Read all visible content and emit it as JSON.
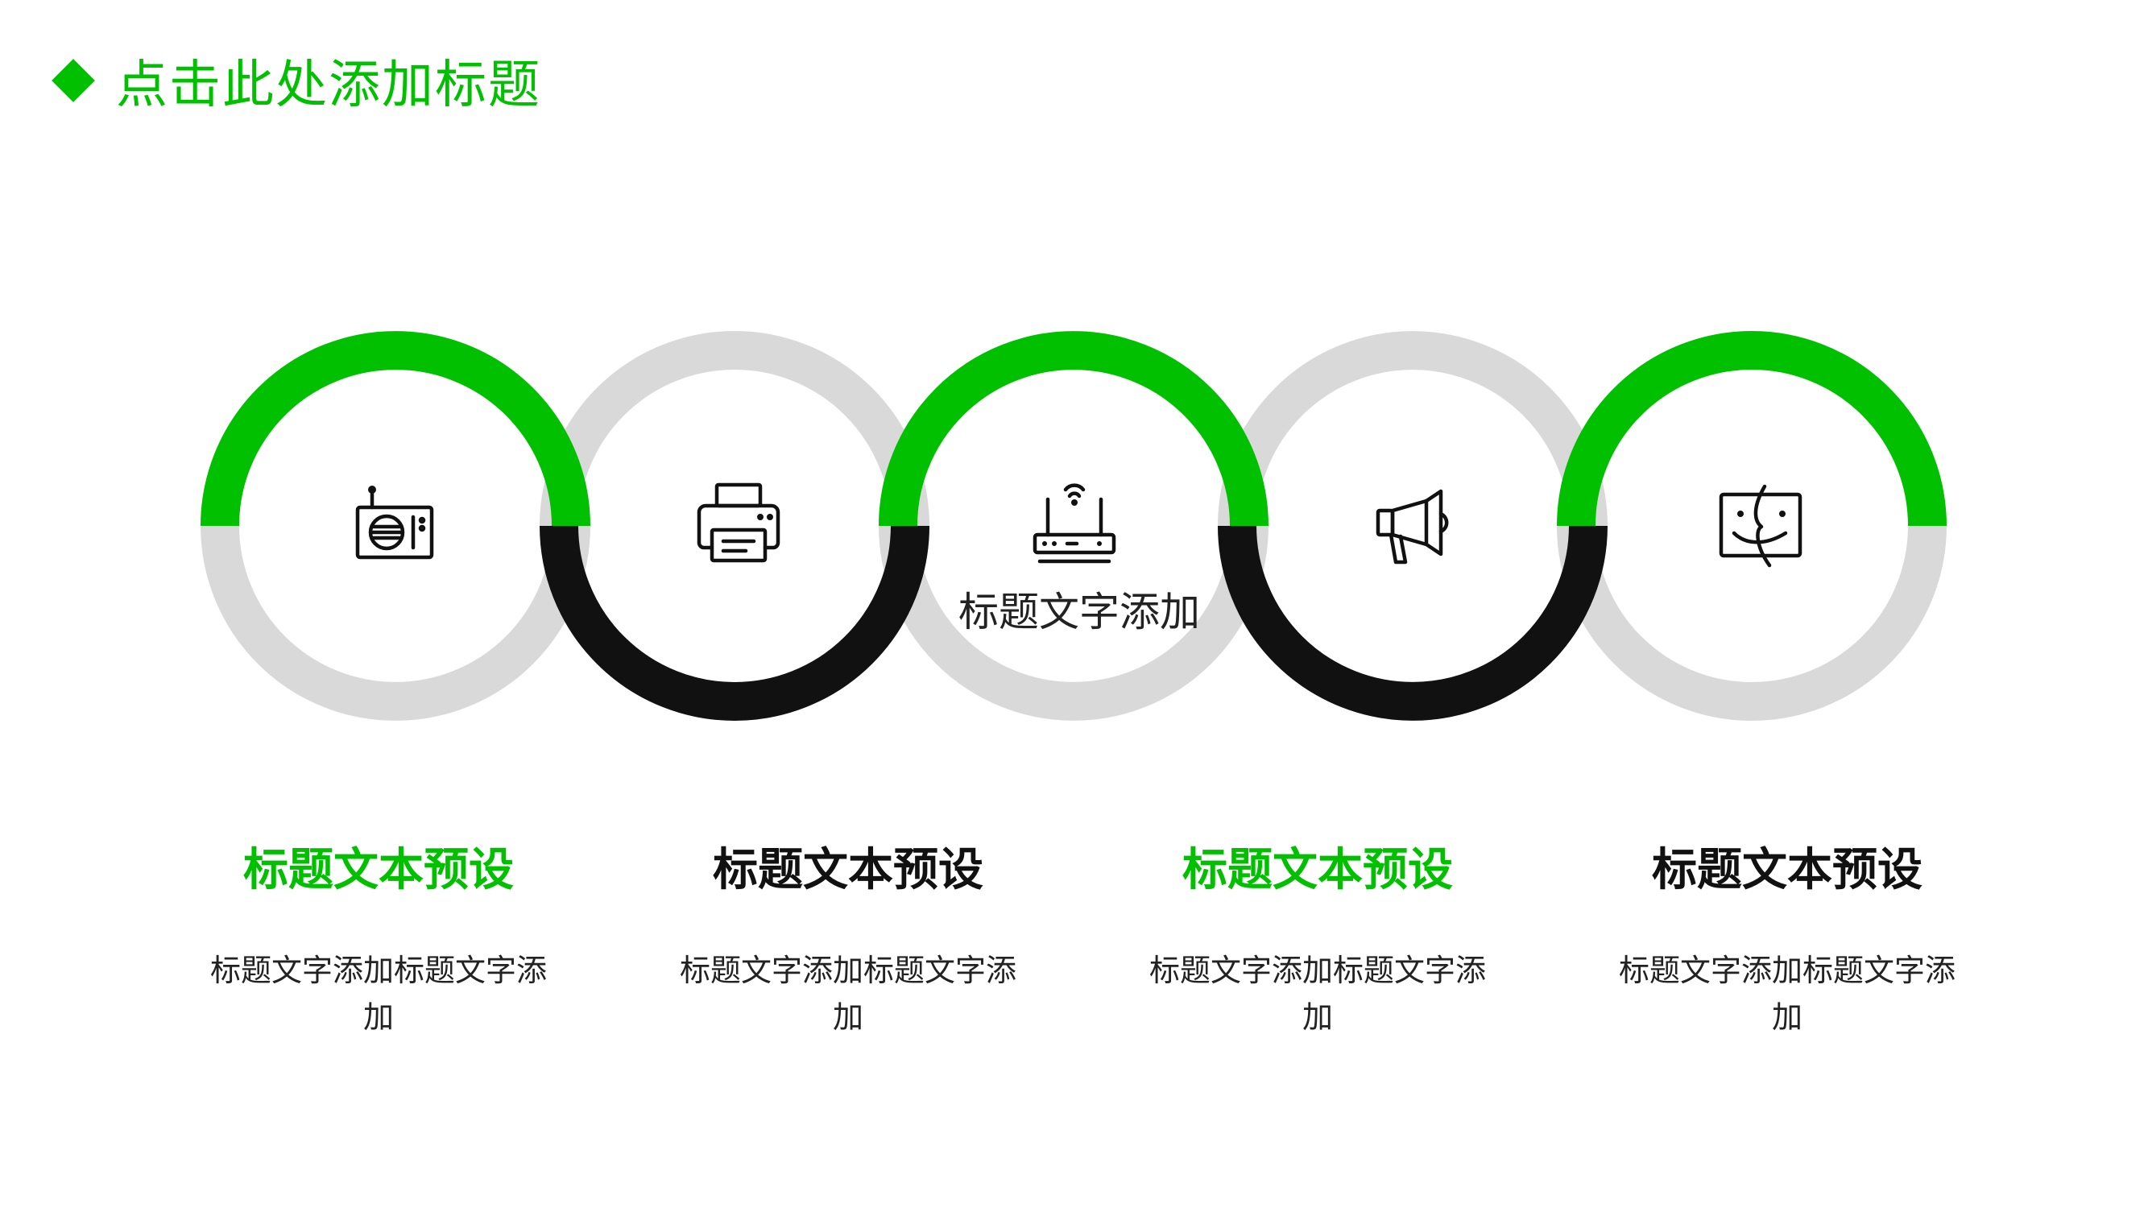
{
  "page": {
    "title": "点击此处添加标题"
  },
  "colors": {
    "accent": "#00c000",
    "dark": "#111111",
    "light": "#d9d9d9"
  },
  "circles": [
    {
      "icon": "radio-icon",
      "top": "accent",
      "bottom": "light"
    },
    {
      "icon": "printer-icon",
      "top": "light",
      "bottom": "dark"
    },
    {
      "icon": "router-icon",
      "top": "accent",
      "bottom": "light",
      "caption": "标题文字添加"
    },
    {
      "icon": "megaphone-icon",
      "top": "light",
      "bottom": "dark"
    },
    {
      "icon": "finder-icon",
      "top": "accent",
      "bottom": "light"
    }
  ],
  "columns": [
    {
      "title": "标题文本预设",
      "desc": "标题文字添加标题文字添加",
      "color": "#00c000"
    },
    {
      "title": "标题文本预设",
      "desc": "标题文字添加标题文字添加",
      "color": "#111111"
    },
    {
      "title": "标题文本预设",
      "desc": "标题文字添加标题文字添加",
      "color": "#00c000"
    },
    {
      "title": "标题文本预设",
      "desc": "标题文字添加标题文字添加",
      "color": "#111111"
    }
  ]
}
